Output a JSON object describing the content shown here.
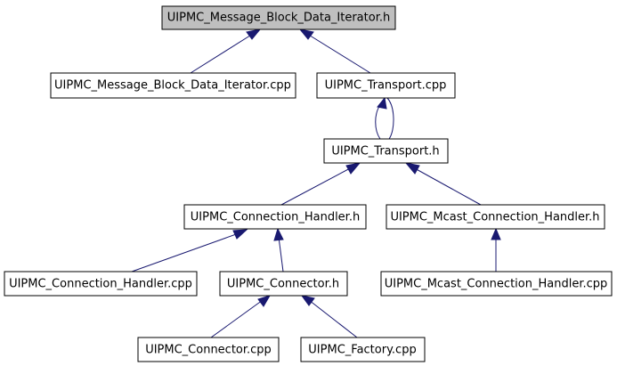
{
  "nodes": {
    "root_h": "UIPMC_Message_Block_Data_Iterator.h",
    "iter_cpp": "UIPMC_Message_Block_Data_Iterator.cpp",
    "transport_cpp": "UIPMC_Transport.cpp",
    "transport_h": "UIPMC_Transport.h",
    "conn_handler_h": "UIPMC_Connection_Handler.h",
    "mcast_handler_h": "UIPMC_Mcast_Connection_Handler.h",
    "conn_handler_cpp": "UIPMC_Connection_Handler.cpp",
    "connector_h": "UIPMC_Connector.h",
    "mcast_handler_cpp": "UIPMC_Mcast_Connection_Handler.cpp",
    "connector_cpp": "UIPMC_Connector.cpp",
    "factory_cpp": "UIPMC_Factory.cpp"
  },
  "colors": {
    "edge": "#191970",
    "root_fill": "#bfbfbf",
    "node_fill": "#ffffff"
  }
}
